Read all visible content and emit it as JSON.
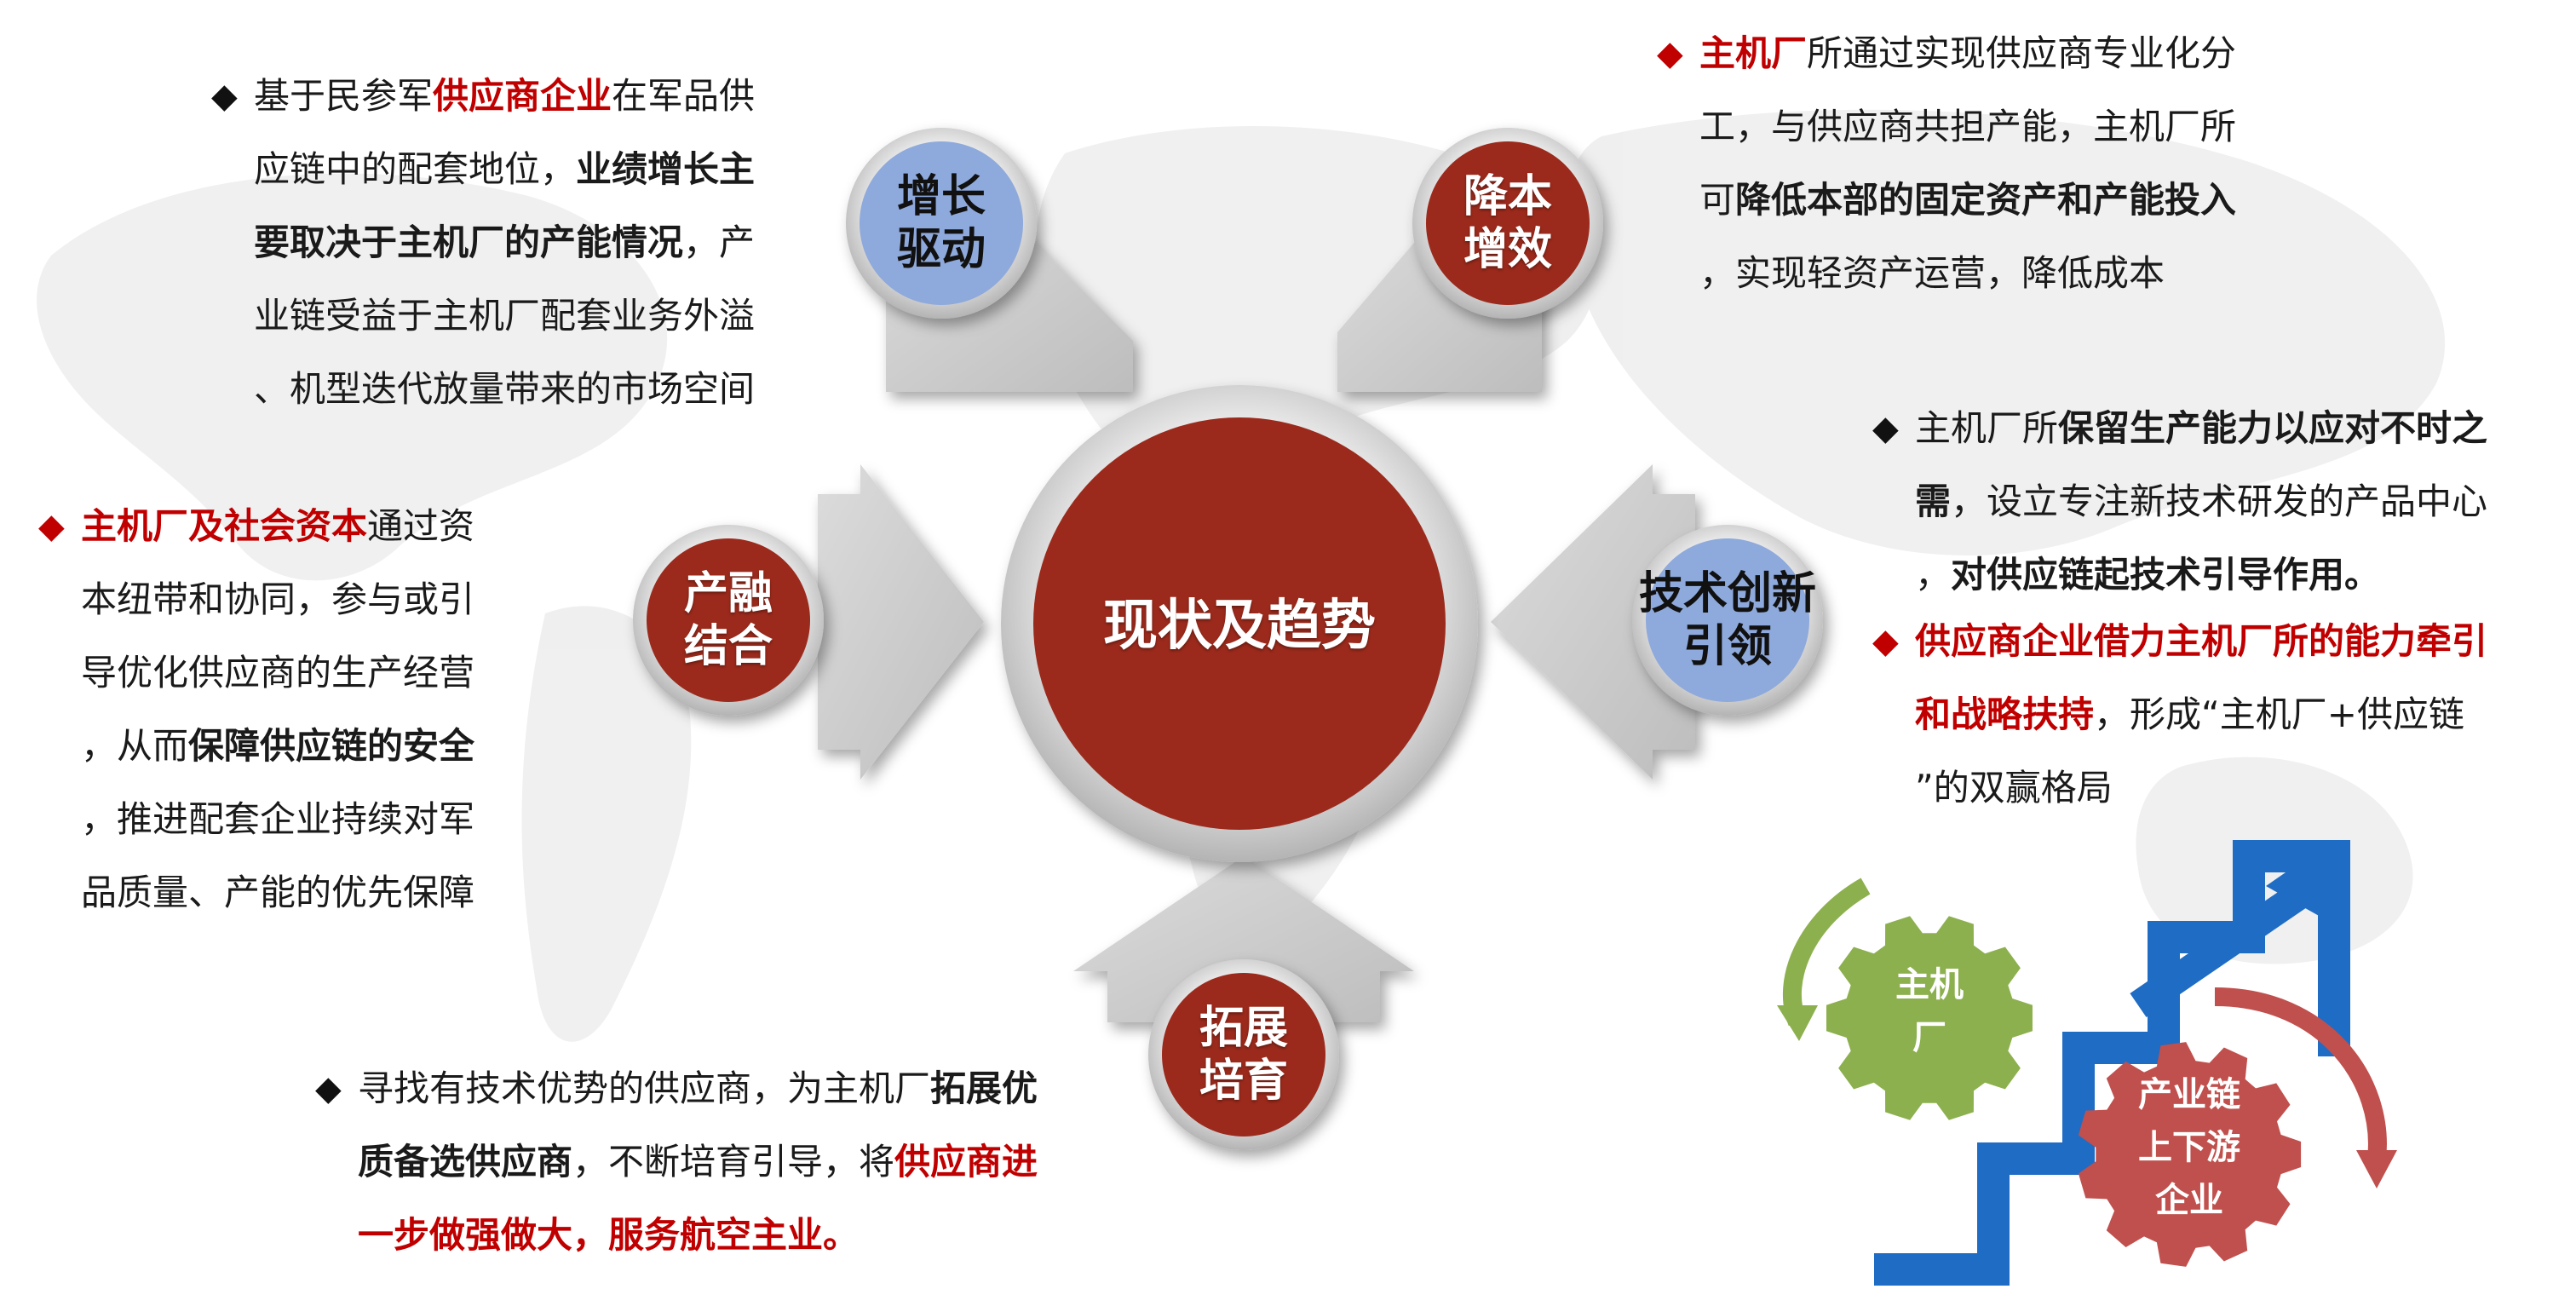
{
  "center": {
    "label": "现状及趋势",
    "color": "#9b2a1c"
  },
  "nodes": [
    {
      "id": "growth",
      "lines": [
        "增长",
        "驱动"
      ],
      "color": "#8ea9db",
      "text_color": "dark"
    },
    {
      "id": "cost",
      "lines": [
        "降本",
        "增效"
      ],
      "color": "#9b2a1c",
      "text_color": "light"
    },
    {
      "id": "finance",
      "lines": [
        "产融",
        "结合"
      ],
      "color": "#9b2a1c",
      "text_color": "light"
    },
    {
      "id": "innovation",
      "lines": [
        "技术创新",
        "引领"
      ],
      "color": "#8ea9db",
      "text_color": "dark"
    },
    {
      "id": "expand",
      "lines": [
        "拓展",
        "培育"
      ],
      "color": "#9b2a1c",
      "text_color": "light"
    }
  ],
  "texts": {
    "growth": {
      "bullet": "◆",
      "bullet_color": "black",
      "lines": [
        [
          {
            "t": "基于民参军",
            "s": "n"
          },
          {
            "t": "供应商企业",
            "s": "r"
          },
          {
            "t": "在军品供",
            "s": "n"
          }
        ],
        [
          {
            "t": "应链中的配套地位，",
            "s": "n"
          },
          {
            "t": "业绩增长主",
            "s": "b"
          }
        ],
        [
          {
            "t": "要取决于主机厂的产能情况",
            "s": "b"
          },
          {
            "t": "，产",
            "s": "n"
          }
        ],
        [
          {
            "t": "业链受益于主机厂配套业务外溢",
            "s": "n"
          }
        ],
        [
          {
            "t": "、机型迭代放量带来的市场空间",
            "s": "n"
          }
        ]
      ]
    },
    "cost": {
      "bullet": "◆",
      "bullet_color": "red",
      "lines": [
        [
          {
            "t": "主机厂",
            "s": "r"
          },
          {
            "t": "所通过实现供应商专业化分",
            "s": "n"
          }
        ],
        [
          {
            "t": "工，与供应商共担产能，主机厂所",
            "s": "n"
          }
        ],
        [
          {
            "t": "可",
            "s": "n"
          },
          {
            "t": "降低本部的固定资产和产能投入",
            "s": "b"
          }
        ],
        [
          {
            "t": "，实现轻资产运营，降低成本",
            "s": "n"
          }
        ]
      ]
    },
    "finance": {
      "bullet": "◆",
      "bullet_color": "red",
      "lines": [
        [
          {
            "t": "主机厂及社会资本",
            "s": "r"
          },
          {
            "t": "通过资",
            "s": "n"
          }
        ],
        [
          {
            "t": "本纽带和协同，参与或引",
            "s": "n"
          }
        ],
        [
          {
            "t": "导优化供应商的生产经营",
            "s": "n"
          }
        ],
        [
          {
            "t": "，从而",
            "s": "n"
          },
          {
            "t": "保障供应链的安全",
            "s": "b"
          }
        ],
        [
          {
            "t": "，推进配套企业持续对军",
            "s": "n"
          }
        ],
        [
          {
            "t": "品质量、产能的优先保障",
            "s": "n"
          }
        ]
      ]
    },
    "innovation_1": {
      "bullet": "◆",
      "bullet_color": "black",
      "lines": [
        [
          {
            "t": "主机厂所",
            "s": "n"
          },
          {
            "t": "保留生产能力以应对不时之",
            "s": "b"
          }
        ],
        [
          {
            "t": "需",
            "s": "b"
          },
          {
            "t": "，设立专注新技术研发的产品中心",
            "s": "n"
          }
        ],
        [
          {
            "t": "，",
            "s": "n"
          },
          {
            "t": "对供应链起技术引导作用。",
            "s": "b"
          }
        ]
      ]
    },
    "innovation_2": {
      "bullet": "◆",
      "bullet_color": "red",
      "lines": [
        [
          {
            "t": "供应商企业借力主机厂所的能力牵引",
            "s": "r"
          }
        ],
        [
          {
            "t": "和战略扶持",
            "s": "r"
          },
          {
            "t": "，形成“主机厂+供应链",
            "s": "n"
          }
        ],
        [
          {
            "t": "”的双赢格局",
            "s": "n"
          }
        ]
      ]
    },
    "expand": {
      "bullet": "◆",
      "bullet_color": "black",
      "lines": [
        [
          {
            "t": "寻找有技术优势的供应商，为主机厂",
            "s": "n"
          },
          {
            "t": "拓展优",
            "s": "b"
          }
        ],
        [
          {
            "t": "质备选供应商",
            "s": "b"
          },
          {
            "t": "，不断培育引导，将",
            "s": "n"
          },
          {
            "t": "供应商进",
            "s": "r"
          }
        ],
        [
          {
            "t": "一步做强做大，服务航空主业。",
            "s": "r"
          }
        ]
      ]
    }
  },
  "gears": {
    "oem": {
      "lines": [
        "主机",
        "厂"
      ],
      "color": "#8db04f"
    },
    "chain": {
      "lines": [
        "产业链",
        "上下游",
        "企业"
      ],
      "color": "#c0504d"
    }
  },
  "colors": {
    "stairs": "#1f6cc4",
    "red_text": "#c00000",
    "arrow_gray": "#c8c8c8"
  }
}
